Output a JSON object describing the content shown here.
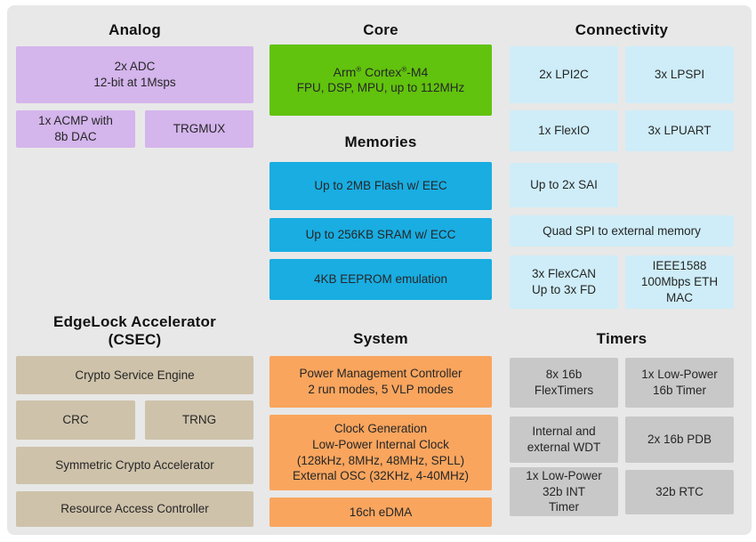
{
  "colors": {
    "panel_bg": "#E8E8E8",
    "analog": "#D4B5EC",
    "core": "#61C30D",
    "memories": "#19ADE2",
    "connectivity": "#CEEDF8",
    "edgelock": "#CEC2AA",
    "system": "#F9A55E",
    "timers": "#C8C8C8",
    "text": "#262626",
    "title_text": "#111111"
  },
  "sections": {
    "analog": {
      "title": "Analog",
      "blocks": {
        "adc": {
          "lines": [
            "2x ADC",
            "12-bit at 1Msps"
          ]
        },
        "acmp": {
          "lines": [
            "1x ACMP with",
            "8b DAC"
          ]
        },
        "trgmux": {
          "lines": [
            "TRGMUX"
          ]
        }
      }
    },
    "core": {
      "title": "Core",
      "blocks": {
        "cpu": {
          "title_parts": [
            "Arm",
            "®",
            " Cortex",
            "®",
            "-M4"
          ],
          "subtitle": "FPU, DSP, MPU, up to 112MHz"
        }
      }
    },
    "memories": {
      "title": "Memories",
      "blocks": {
        "flash": {
          "lines": [
            "Up to 2MB Flash w/ EEC"
          ]
        },
        "sram": {
          "lines": [
            "Up to 256KB SRAM w/ ECC"
          ]
        },
        "eeprom": {
          "lines": [
            "4KB EEPROM emulation"
          ]
        }
      }
    },
    "connectivity": {
      "title": "Connectivity",
      "blocks": {
        "lpi2c": {
          "lines": [
            "2x LPI2C"
          ]
        },
        "lpspi": {
          "lines": [
            "3x LPSPI"
          ]
        },
        "flexio": {
          "lines": [
            "1x FlexIO"
          ]
        },
        "lpuart": {
          "lines": [
            "3x LPUART"
          ]
        },
        "sai": {
          "lines": [
            "Up to 2x SAI"
          ]
        },
        "quadspi": {
          "lines": [
            "Quad SPI to external memory"
          ]
        },
        "flexcan": {
          "lines": [
            "3x FlexCAN",
            "Up to 3x FD"
          ]
        },
        "eth": {
          "lines": [
            "IEEE1588",
            "100Mbps ETH",
            "MAC"
          ]
        }
      }
    },
    "edgelock": {
      "title_line1": "EdgeLock Accelerator",
      "title_line2": "(CSEC)",
      "blocks": {
        "cse": {
          "lines": [
            "Crypto Service Engine"
          ]
        },
        "crc": {
          "lines": [
            "CRC"
          ]
        },
        "trng": {
          "lines": [
            "TRNG"
          ]
        },
        "sca": {
          "lines": [
            "Symmetric Crypto Accelerator"
          ]
        },
        "rac": {
          "lines": [
            "Resource Access Controller"
          ]
        }
      }
    },
    "system": {
      "title": "System",
      "blocks": {
        "pmc": {
          "lines": [
            "Power Management Controller",
            "2 run modes, 5 VLP modes"
          ]
        },
        "clock": {
          "lines": [
            "Clock Generation",
            "Low-Power Internal Clock",
            "(128kHz, 8MHz, 48MHz, SPLL)",
            "External OSC (32KHz, 4-40MHz)"
          ]
        },
        "edma": {
          "lines": [
            "16ch eDMA"
          ]
        }
      }
    },
    "timers": {
      "title": "Timers",
      "blocks": {
        "flextimers": {
          "lines": [
            "8x 16b",
            "FlexTimers"
          ]
        },
        "lptimer": {
          "lines": [
            "1x Low-Power",
            "16b Timer"
          ]
        },
        "wdt": {
          "lines": [
            "Internal and",
            "external WDT"
          ]
        },
        "pdb": {
          "lines": [
            "2x 16b PDB"
          ]
        },
        "lpit": {
          "lines": [
            "1x Low-Power",
            "32b INT",
            "Timer"
          ]
        },
        "rtc": {
          "lines": [
            "32b RTC"
          ]
        }
      }
    }
  }
}
